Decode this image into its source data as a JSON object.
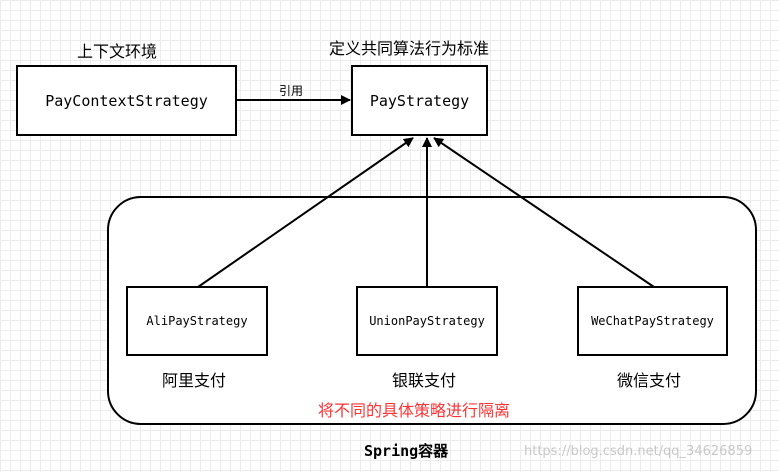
{
  "context": {
    "title": "上下文环境",
    "box_label": "PayContextStrategy"
  },
  "strategy": {
    "title": "定义共同算法行为标准",
    "box_label": "PayStrategy"
  },
  "reference_label": "引用",
  "container": {
    "caption": "将不同的具体策略进行隔离",
    "label": "Spring容器"
  },
  "implementations": [
    {
      "box_label": "AliPayStrategy",
      "caption": "阿里支付"
    },
    {
      "box_label": "UnionPayStrategy",
      "caption": "银联支付"
    },
    {
      "box_label": "WeChatPayStrategy",
      "caption": "微信支付"
    }
  ],
  "watermark": "https://blog.csdn.net/qq_34626859",
  "colors": {
    "caption_red": "#ff3333",
    "watermark": "#c8c8c8",
    "line": "#000000"
  }
}
